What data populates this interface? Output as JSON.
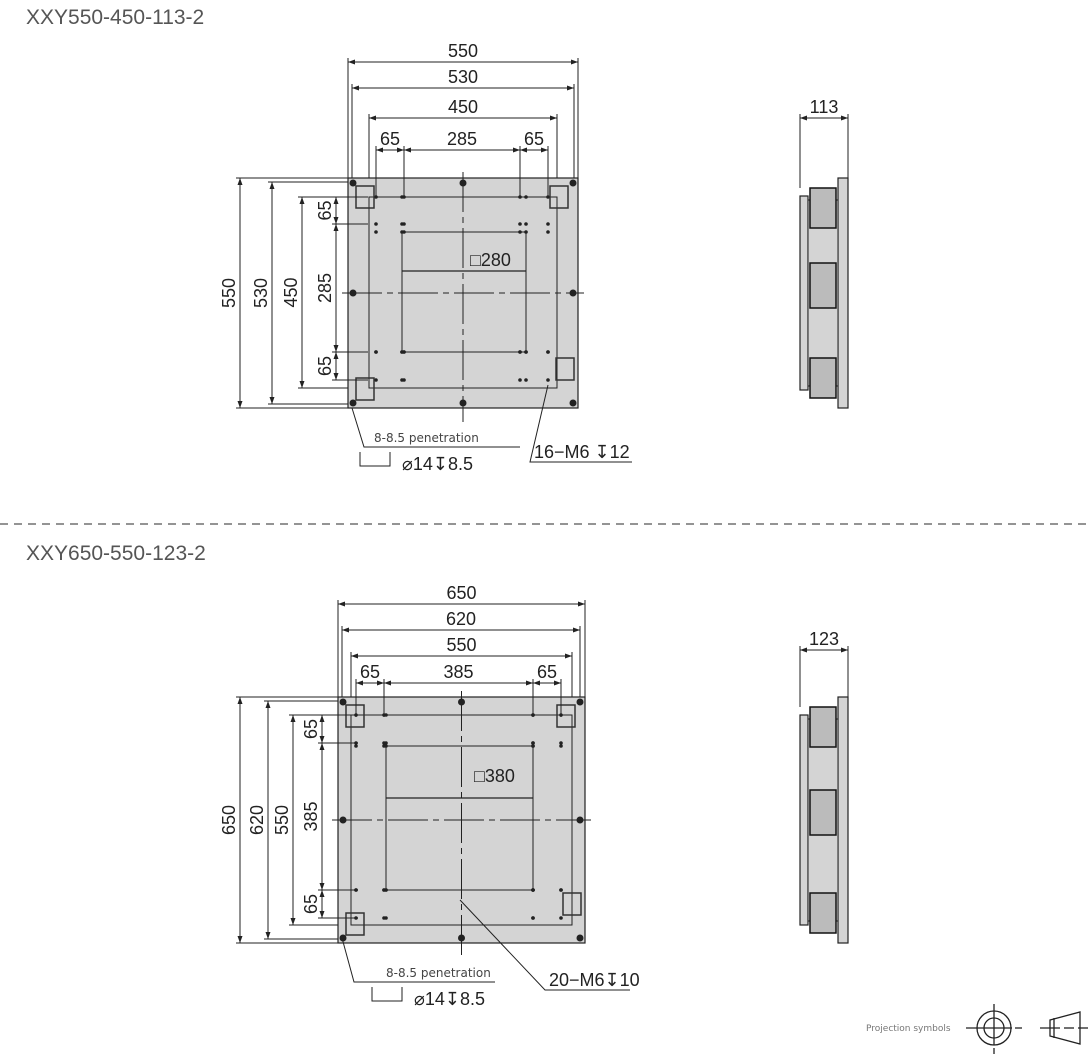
{
  "models": [
    {
      "title": "XXY550-450-113-2",
      "top_dims": [
        "550",
        "530",
        "450",
        "65",
        "285",
        "65"
      ],
      "left_dims": [
        "550",
        "530",
        "450",
        "65",
        "285",
        "65"
      ],
      "center_label": "□280",
      "side_dim": "113",
      "hole_note": "8-8.5 penetration",
      "counterbore": "⌀14↧8.5",
      "thread_note": "16−M6 ↧12"
    },
    {
      "title": "XXY650-550-123-2",
      "top_dims": [
        "650",
        "620",
        "550",
        "65",
        "385",
        "65"
      ],
      "left_dims": [
        "650",
        "620",
        "550",
        "65",
        "385",
        "65"
      ],
      "center_label": "□380",
      "side_dim": "123",
      "hole_note": "8-8.5 penetration",
      "counterbore": "⌀14↧8.5",
      "thread_note": "20−M6↧10"
    }
  ],
  "projection": {
    "label": "Projection symbols"
  },
  "colors": {
    "plate": "#d4d4d4",
    "line": "#222222",
    "divider": "#555555"
  }
}
